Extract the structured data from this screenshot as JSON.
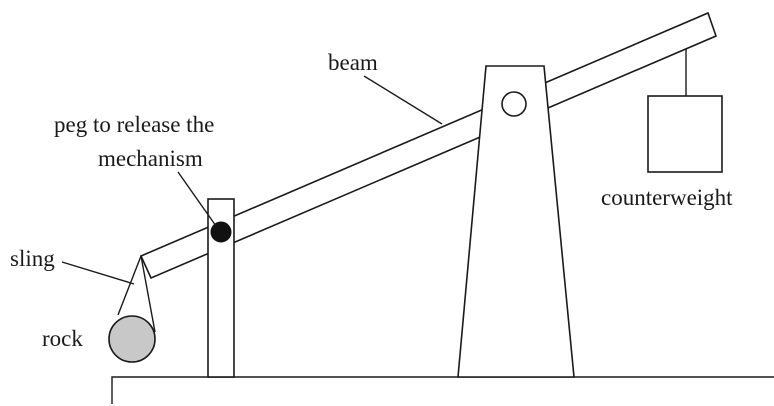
{
  "labels": {
    "beam": "beam",
    "peg": "peg to release the",
    "peg_line2": "mechanism",
    "counterweight": "counterweight",
    "sling": "sling",
    "rock": "rock"
  },
  "colors": {
    "ink": "#1a1a1a",
    "rock_fill": "#c8c8c8",
    "peg_fill": "#111111",
    "background": "#ffffff"
  }
}
